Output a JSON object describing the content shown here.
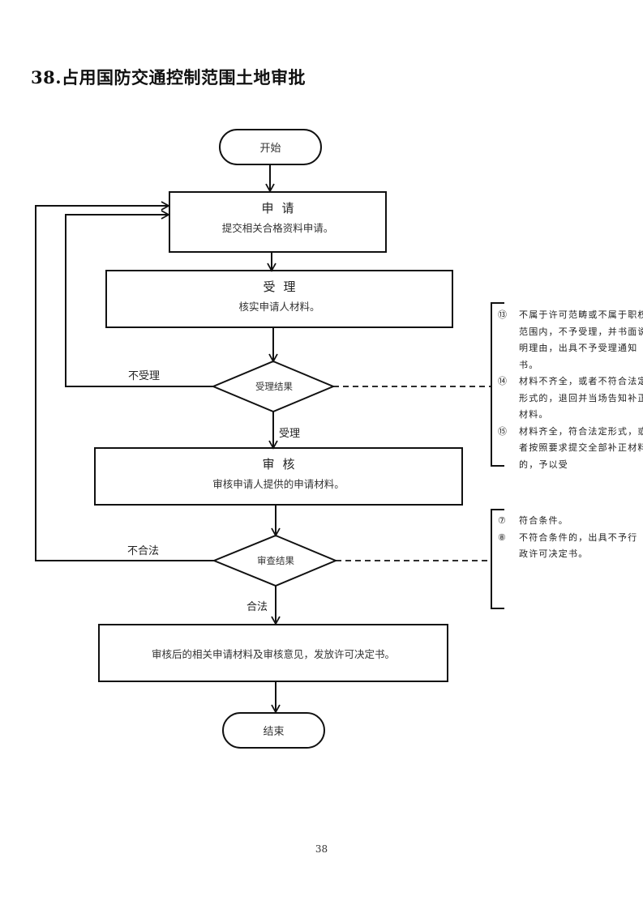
{
  "title": "38.占用国防交通控制范围土地审批",
  "flow": {
    "start": "开始",
    "apply": {
      "head": "申请",
      "desc": "提交相关合格资料申请。"
    },
    "accept": {
      "head": "受理",
      "desc": "核实申请人材料。"
    },
    "accept_decision": "受理结果",
    "reject_label": "不受理",
    "accepted_label": "受理",
    "review": {
      "head": "审核",
      "desc": "审核申请人提供的申请材料。"
    },
    "review_decision": "审查结果",
    "illegal_label": "不合法",
    "legal_label": "合法",
    "issue": "审核后的相关申请材料及审核意见，发放许可决定书。",
    "end": "结束"
  },
  "notes": {
    "accept_notes": [
      {
        "num": "⑬",
        "text": "不属于许可范畴或不属于职权范围内，不予受理，并书面说明理由，出具不予受理通知书。"
      },
      {
        "num": "⑭",
        "text": "材料不齐全，或者不符合法定形式的，退回并当场告知补正材料。"
      },
      {
        "num": "⑮",
        "text": "材料齐全，符合法定形式，或者按照要求提交全部补正材料的，予以受"
      }
    ],
    "review_notes": [
      {
        "num": "⑦",
        "text": "符合条件。"
      },
      {
        "num": "⑧",
        "text": "不符合条件的，出具不予行政许可决定书。"
      }
    ]
  },
  "page_number": "38"
}
